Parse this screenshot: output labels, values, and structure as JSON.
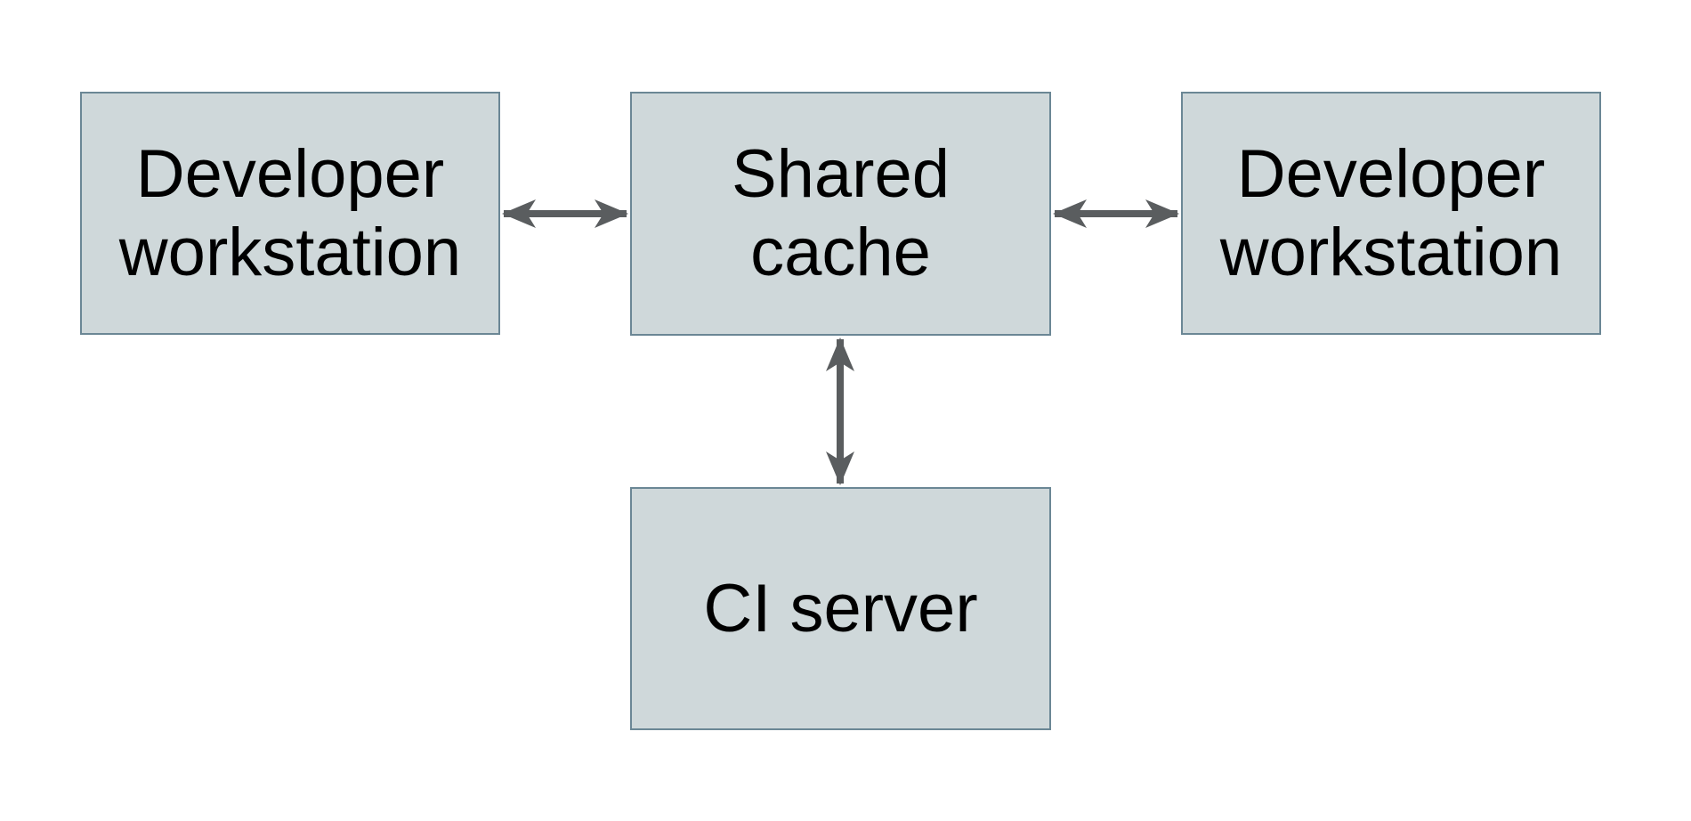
{
  "diagram": {
    "type": "architecture-diagram",
    "background": "#ffffff",
    "colors": {
      "node_fill": "#cfd8da",
      "node_border": "#6b8795",
      "arrow": "#5a5d5f",
      "text": "#000000"
    },
    "nodes": {
      "dev_left": {
        "line1": "Developer",
        "line2": "workstation"
      },
      "shared_cache": {
        "line1": "Shared",
        "line2": "cache"
      },
      "dev_right": {
        "line1": "Developer",
        "line2": "workstation"
      },
      "ci_server": {
        "line1": "CI server"
      }
    },
    "edges": [
      {
        "from": "dev_left",
        "to": "shared_cache",
        "style": "double-arrow",
        "orientation": "horizontal"
      },
      {
        "from": "shared_cache",
        "to": "dev_right",
        "style": "double-arrow",
        "orientation": "horizontal"
      },
      {
        "from": "shared_cache",
        "to": "ci_server",
        "style": "double-arrow",
        "orientation": "vertical"
      }
    ]
  }
}
